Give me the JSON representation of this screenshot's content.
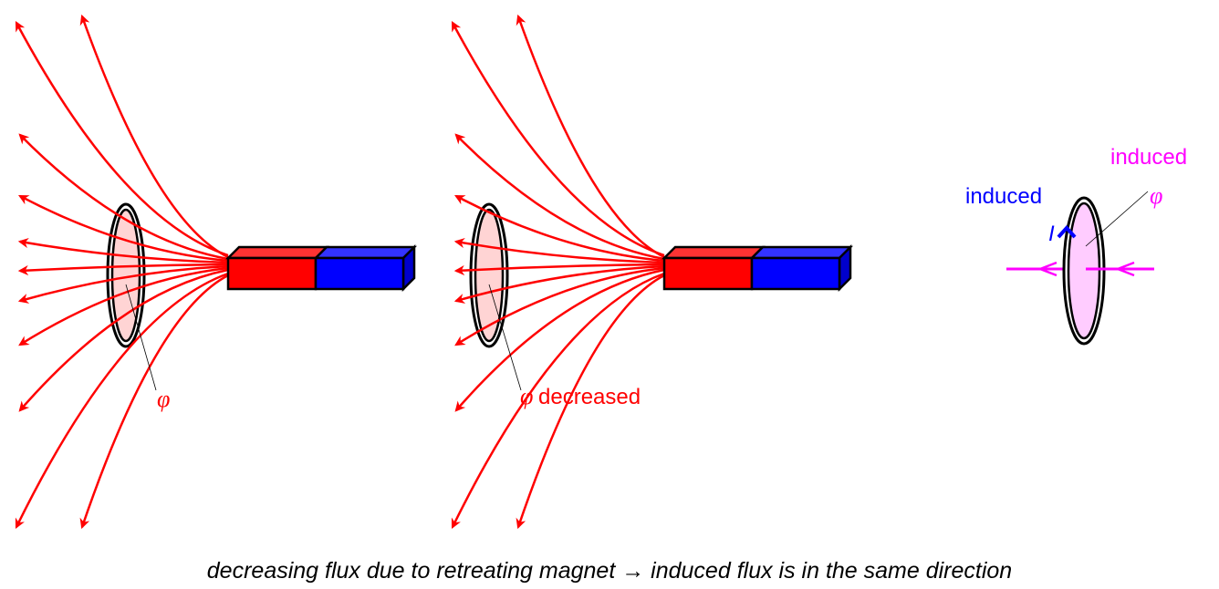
{
  "colors": {
    "field_lines": "#ff0000",
    "north_pole": "#ff0000",
    "south_pole": "#0000ff",
    "induced_flux": "#ff00ff",
    "induced_current": "#0000ff",
    "loop_fill_left": "#ffcccc",
    "loop_fill_right": "#ffccff"
  },
  "panel1": {
    "flux_label": "φ"
  },
  "panel2": {
    "flux_label": "φ",
    "flux_note": "decreased"
  },
  "panel3": {
    "induced_flux_label": "induced",
    "flux_symbol": "φ",
    "induced_current_label": "induced",
    "current_symbol": "I"
  },
  "caption": "decreasing flux due to retreating magnet → induced flux is in the same direction"
}
